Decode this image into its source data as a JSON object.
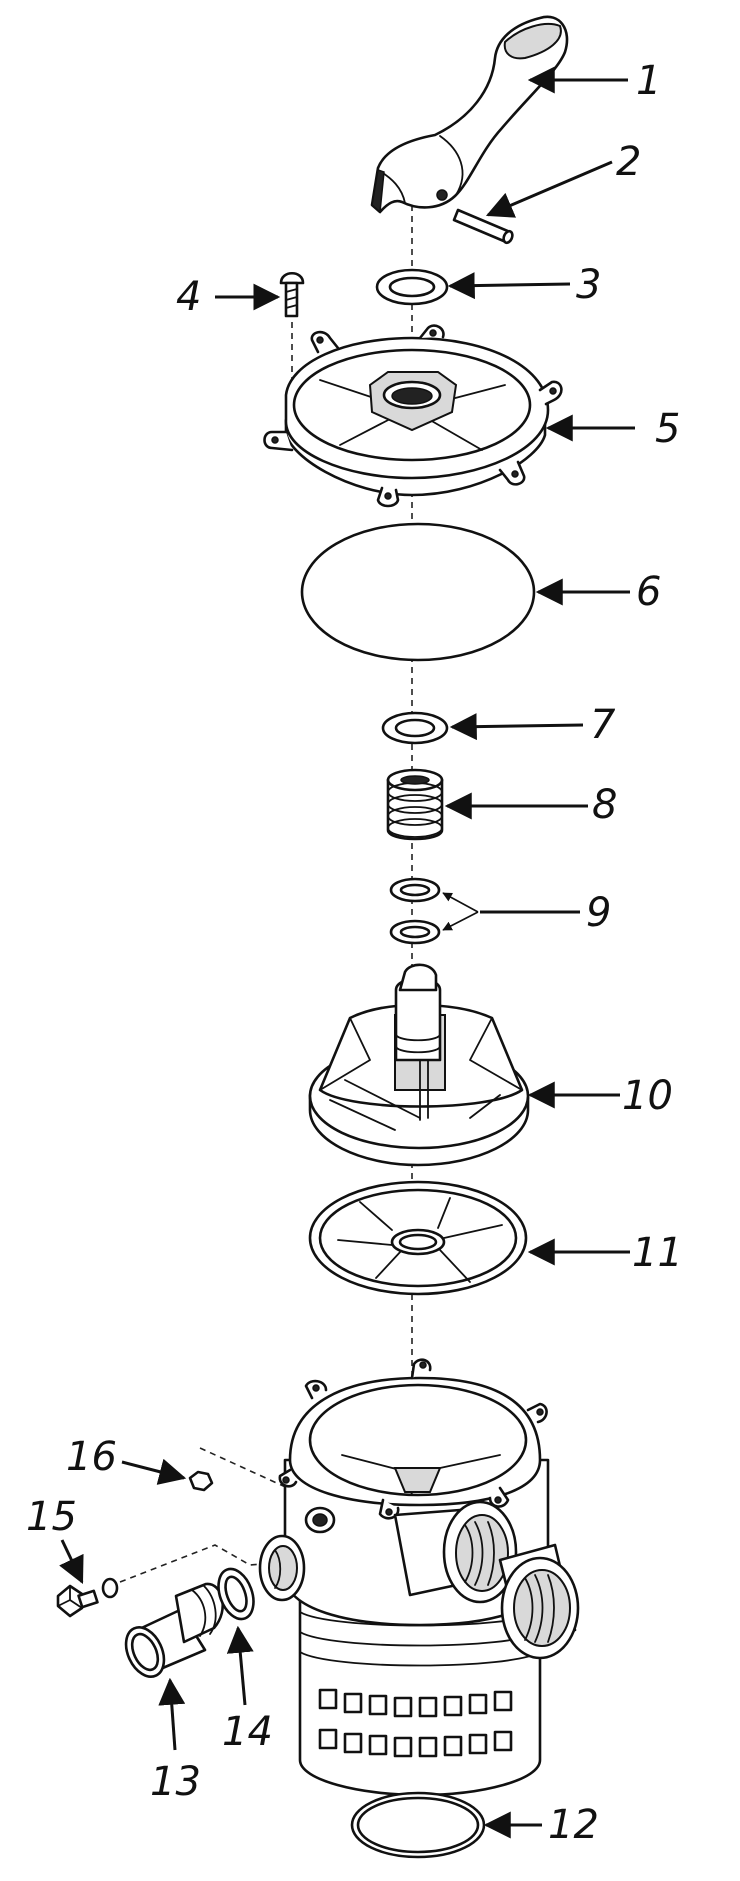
{
  "callouts": [
    {
      "id": "p1",
      "label": "1"
    },
    {
      "id": "p2",
      "label": "2"
    },
    {
      "id": "p3",
      "label": "3"
    },
    {
      "id": "p4",
      "label": "4"
    },
    {
      "id": "p5",
      "label": "5"
    },
    {
      "id": "p6",
      "label": "6"
    },
    {
      "id": "p7",
      "label": "7"
    },
    {
      "id": "p8",
      "label": "8"
    },
    {
      "id": "p9",
      "label": "9"
    },
    {
      "id": "p10",
      "label": "10"
    },
    {
      "id": "p11",
      "label": "11"
    },
    {
      "id": "p12",
      "label": "12"
    },
    {
      "id": "p13",
      "label": "13"
    },
    {
      "id": "p14",
      "label": "14"
    },
    {
      "id": "p15",
      "label": "15"
    },
    {
      "id": "p16",
      "label": "16"
    }
  ],
  "style": {
    "line_color": "#111111",
    "background": "#ffffff"
  }
}
